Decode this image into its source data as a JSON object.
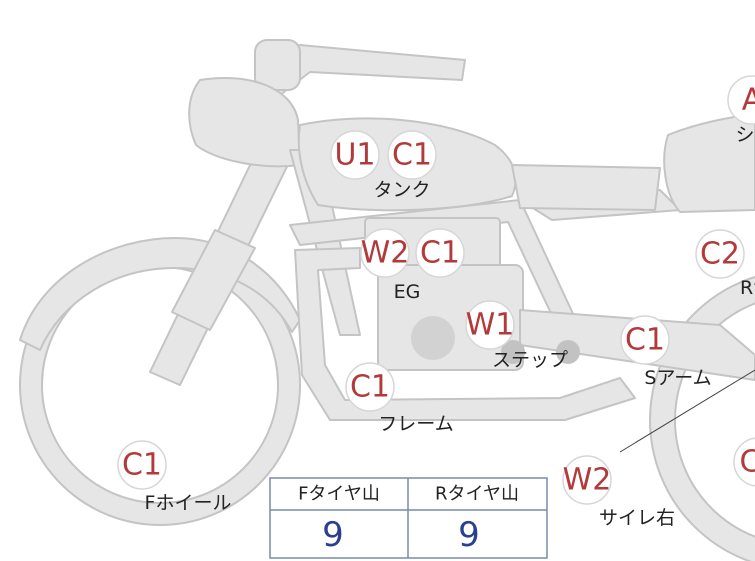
{
  "marker_color": "#b23a3a",
  "value_color": "#2a3f8f",
  "markers": [
    {
      "id": "tank-u1",
      "code": "U1"
    },
    {
      "id": "tank-c1",
      "code": "C1"
    },
    {
      "id": "seat-a",
      "code": "A"
    },
    {
      "id": "eg-w2",
      "code": "W2"
    },
    {
      "id": "eg-c1",
      "code": "C1"
    },
    {
      "id": "rsus-c2",
      "code": "C2"
    },
    {
      "id": "step-w1",
      "code": "W1"
    },
    {
      "id": "sarm-c1",
      "code": "C1"
    },
    {
      "id": "frame-c1",
      "code": "C1"
    },
    {
      "id": "fwheel-c1",
      "code": "C1"
    },
    {
      "id": "muffler-w2",
      "code": "W2"
    },
    {
      "id": "rwheel-c",
      "code": "C"
    }
  ],
  "parts": [
    {
      "id": "tank",
      "label": "タンク"
    },
    {
      "id": "seat",
      "label": "シ"
    },
    {
      "id": "eg",
      "label": "EG"
    },
    {
      "id": "rsus",
      "label": "Rサス"
    },
    {
      "id": "step",
      "label": "ステップ"
    },
    {
      "id": "sarm",
      "label": "Sアーム"
    },
    {
      "id": "frame",
      "label": "フレーム"
    },
    {
      "id": "fwheel",
      "label": "Fホイール"
    },
    {
      "id": "muffler",
      "label": "サイレ右"
    }
  ],
  "tread_table": {
    "headers": [
      "Fタイヤ山",
      "Rタイヤ山"
    ],
    "values": [
      "9",
      "9"
    ]
  }
}
